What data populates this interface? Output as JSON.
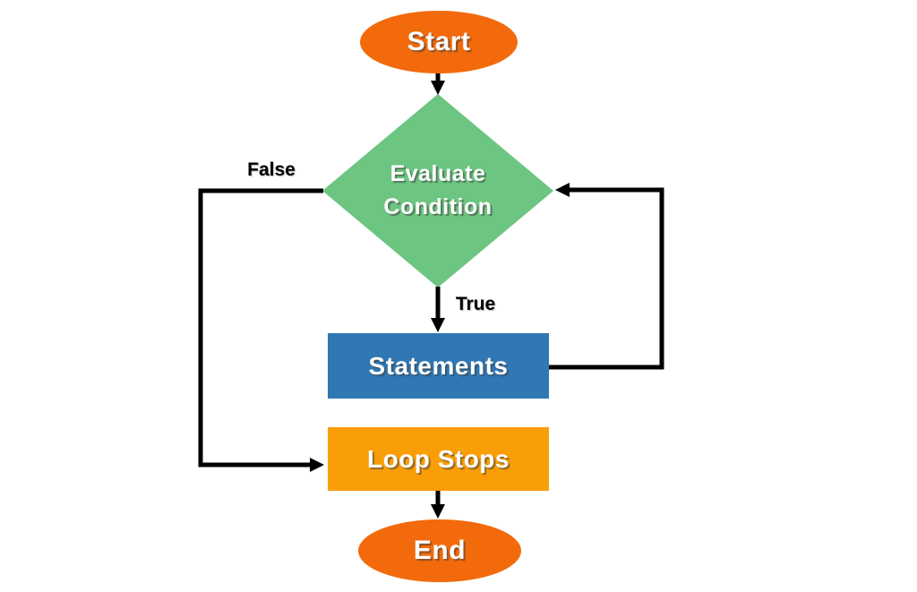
{
  "colors": {
    "terminator_orange": "#F26A0C",
    "decision_green": "#6CC580",
    "process_blue": "#3078B4",
    "process_orange": "#FA9E07",
    "connector_black": "#000000",
    "canvas_background": "#FFFFFF"
  },
  "nodes": {
    "start": {
      "label": "Start",
      "shape": "ellipse"
    },
    "condition": {
      "label": "Evaluate Condition",
      "line1": "Evaluate",
      "line2": "Condition",
      "shape": "diamond"
    },
    "statements": {
      "label": "Statements",
      "shape": "rectangle"
    },
    "loop_stops": {
      "label": "Loop Stops",
      "shape": "rectangle"
    },
    "end": {
      "label": "End",
      "shape": "ellipse"
    }
  },
  "edge_labels": {
    "false": "False",
    "true": "True"
  }
}
